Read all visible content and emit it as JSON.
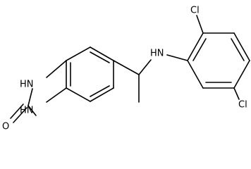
{
  "molecule": {
    "bond_color": "#000000",
    "background": "#ffffff",
    "labels": {
      "cl_top": "Cl",
      "cl_bottom": "Cl",
      "nh_amine": "HN",
      "nh_ring_top": "HN",
      "nh_ring_bottom": "HN",
      "oxygen": "O"
    }
  }
}
